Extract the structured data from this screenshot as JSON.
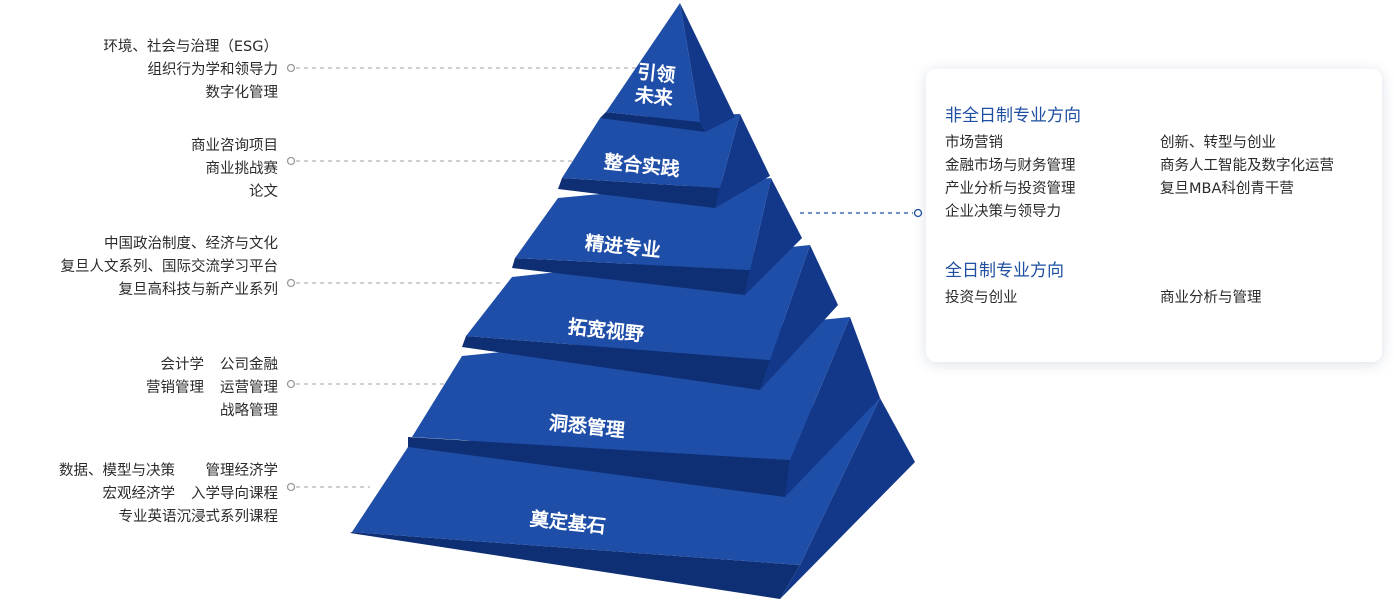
{
  "pyramid": {
    "layers": [
      "引领\n未来",
      "整合实践",
      "精进专业",
      "拓宽视野",
      "洞悉管理",
      "奠定基石"
    ],
    "colors": {
      "front": "#1f4ea8",
      "side": "#13388a",
      "shadow": "#0f2f75"
    }
  },
  "annotations": {
    "top": [
      "环境、社会与治理（ESG）",
      "组织行为学和领导力",
      "数字化管理"
    ],
    "integrate": [
      "商业咨询项目",
      "商业挑战赛",
      "论文"
    ],
    "broaden": [
      "中国政治制度、经济与文化",
      "复旦人文系列、国际交流学习平台",
      "复旦高科技与新产业系列"
    ],
    "management": {
      "left": [
        "会计学",
        "营销管理",
        ""
      ],
      "right": [
        "公司金融",
        "运营管理",
        "战略管理"
      ]
    },
    "foundation": {
      "left": [
        "数据、模型与决策",
        "宏观经济学",
        ""
      ],
      "right": [
        "管理经济学",
        "入学导向课程",
        ""
      ],
      "full": "专业英语沉浸式系列课程"
    }
  },
  "card": {
    "parttime_title": "非全日制专业方向",
    "parttime_left": [
      "市场营销",
      "金融市场与财务管理",
      "产业分析与投资管理",
      "企业决策与领导力"
    ],
    "parttime_right": [
      "创新、转型与创业",
      "商务人工智能及数字化运营",
      "复旦MBA科创青干营"
    ],
    "fulltime_title": "全日制专业方向",
    "fulltime_left": [
      "投资与创业"
    ],
    "fulltime_right": [
      "商业分析与管理"
    ]
  }
}
